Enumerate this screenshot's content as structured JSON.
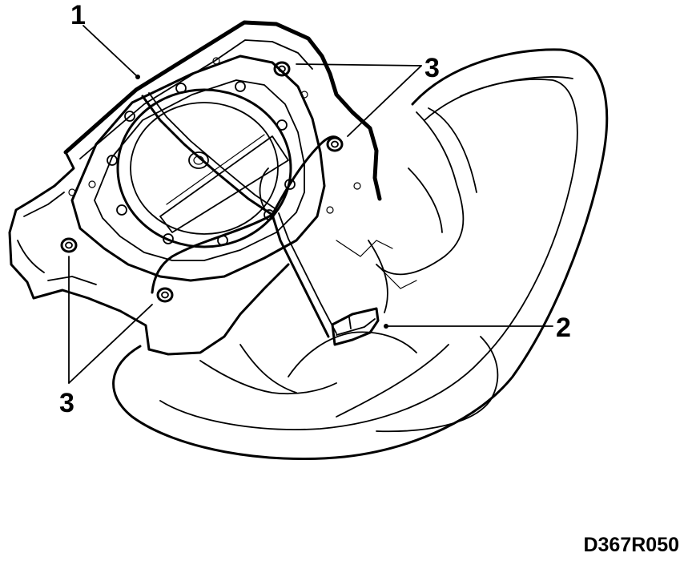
{
  "figure": {
    "reference_code": "D367R050",
    "callouts": [
      {
        "id": "callout-1",
        "label": "1"
      },
      {
        "id": "callout-2",
        "label": "2"
      },
      {
        "id": "callout-3-top",
        "label": "3"
      },
      {
        "id": "callout-3-bottom",
        "label": "3"
      }
    ],
    "colors": {
      "line": "#000000",
      "background": "#ffffff"
    }
  }
}
